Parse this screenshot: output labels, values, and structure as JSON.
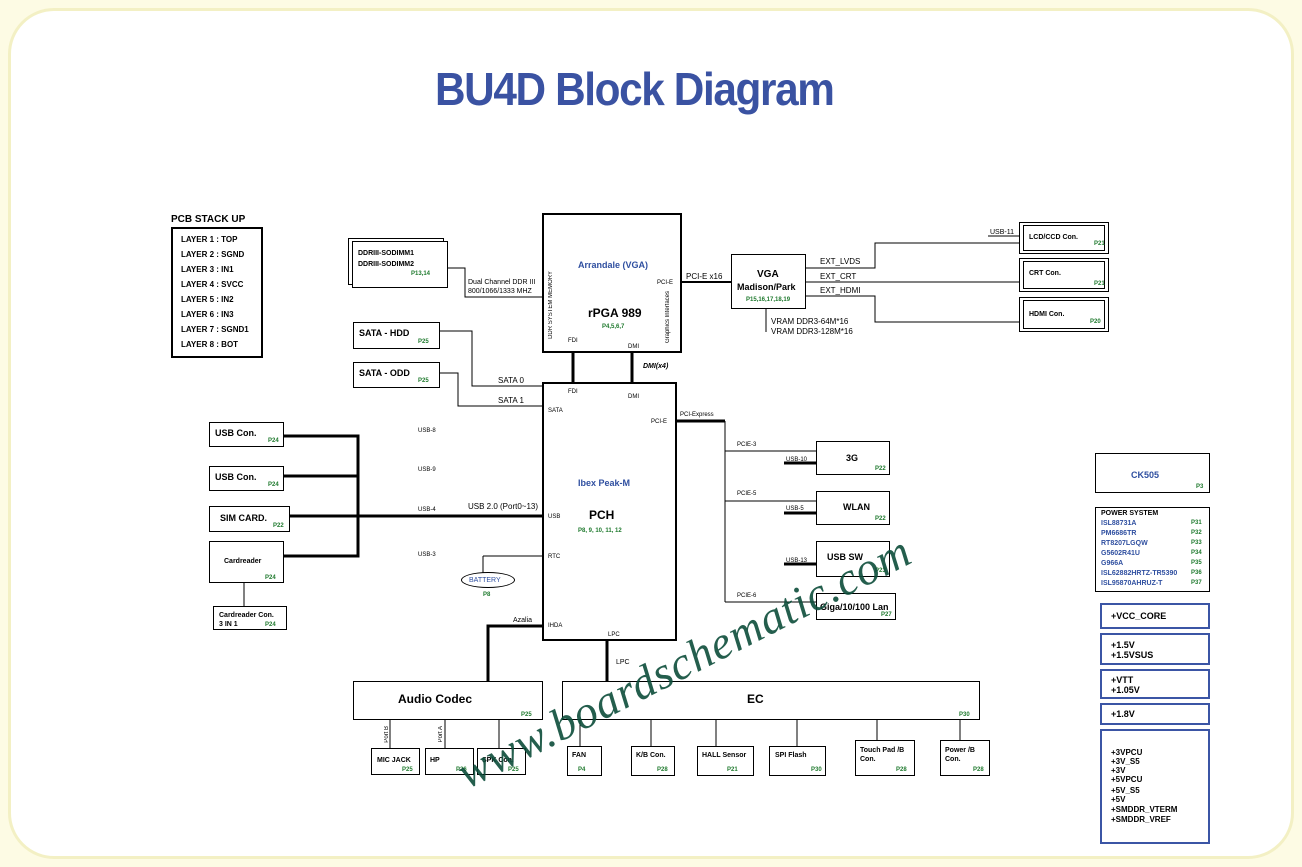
{
  "title": "BU4D Block Diagram",
  "watermark": "www.boardschematic.com",
  "pcb_stack": {
    "heading": "PCB STACK UP",
    "layers": [
      "LAYER 1 : TOP",
      "LAYER 2 : SGND",
      "LAYER 3 : IN1",
      "LAYER 4 : SVCC",
      "LAYER 5 : IN2",
      "LAYER 6 : IN3",
      "LAYER 7 : SGND1",
      "LAYER 8 : BOT"
    ]
  },
  "cpu": {
    "name": "Arrandale (VGA)",
    "package": "rPGA 989",
    "page": "P4,5,6,7",
    "fdi": "FDI",
    "dmi": "DMI",
    "pcie": "PCI-E",
    "mem": "DDR SYSTEM MEMORY",
    "gfx": "Graphics Interfaces"
  },
  "ddr": {
    "slot1": "DDRIII-SODIMM1",
    "slot2": "DDRIII-SODIMM2",
    "page": "P13,14",
    "bus1": "Dual Channel DDR III",
    "bus2": "800/1066/1333 MHZ"
  },
  "vga": {
    "name1": "VGA",
    "name2": "Madison/Park",
    "page": "P15,16,17,18,19",
    "link": "PCI-E x16",
    "vram1": "VRAM DDR3-64M*16",
    "vram2": "VRAM DDR3-128M*16",
    "lvds": "EXT_LVDS",
    "crt": "EXT_CRT",
    "hdmi": "EXT_HDMI"
  },
  "lcd": {
    "label": "LCD/CCD Con.",
    "page": "P21",
    "usb": "USB-11"
  },
  "crt": {
    "label": "CRT Con.",
    "page": "P21"
  },
  "hdmi": {
    "label": "HDMI Con.",
    "page": "P20"
  },
  "pch": {
    "name1": "Ibex Peak-M",
    "name2": "PCH",
    "page": "P8, 9, 10, 11, 12",
    "fdi": "FDI",
    "dmi": "DMI",
    "dmilink": "DMI(x4)",
    "sata": "SATA",
    "pcie": "PCI-E",
    "pciexp": "PCI-Express",
    "usb": "USB",
    "rtc": "RTC",
    "ihda": "IHDA",
    "lpc": "LPC"
  },
  "sata_hdd": {
    "label": "SATA - HDD",
    "page": "P25",
    "bus": "SATA 0"
  },
  "sata_odd": {
    "label": "SATA - ODD",
    "page": "P25",
    "bus": "SATA 1"
  },
  "usb": {
    "con1": "USB Con.",
    "con1_page": "P24",
    "con1_bus": "USB-8",
    "con2": "USB Con.",
    "con2_page": "P24",
    "con2_bus": "USB-9",
    "sim": "SIM CARD.",
    "sim_page": "P22",
    "sim_bus": "USB-4",
    "cardreader": "Cardreader",
    "cr_page": "P24",
    "cr_bus": "USB-3",
    "crcon1": "Cardreader Con.",
    "crcon2": "3 IN 1",
    "crcon_page": "P24",
    "main_bus": "USB 2.0 (Port0~13)"
  },
  "battery": {
    "label": "BATTERY",
    "page": "P8"
  },
  "pcie_dev": {
    "g3": "3G",
    "g3_page": "P22",
    "g3_pcie": "PCIE-3",
    "g3_usb": "USB-10",
    "wlan": "WLAN",
    "wlan_page": "P22",
    "wlan_pcie": "PCIE-5",
    "wlan_usb": "USB-5",
    "usbsw": "USB SW",
    "usbsw_page": "P23",
    "usbsw_usb": "USB-13",
    "lan": "Giga/10/100 Lan",
    "lan_page": "P27",
    "lan_pcie": "PCIE-6"
  },
  "audio": {
    "label": "Audio Codec",
    "page": "P25",
    "bus": "Azalia",
    "portb": "Port B",
    "porta": "Port A",
    "mic": "MIC JACK",
    "mic_page": "P25",
    "hp": "HP",
    "hp_page": "P26",
    "spk": "SPK Con.",
    "spk_page": "P25"
  },
  "ec": {
    "label": "EC",
    "page": "P30",
    "bus": "LPC",
    "fan": "FAN",
    "fan_page": "P4",
    "kb": "K/B Con.",
    "kb_page": "P28",
    "hall": "HALL Sensor",
    "hall_page": "P21",
    "spi": "SPI Flash",
    "spi_page": "P30",
    "tp1": "Touch Pad /B",
    "tp2": "Con.",
    "tp_page": "P28",
    "pw1": "Power /B",
    "pw2": "Con.",
    "pw_page": "P28"
  },
  "ck": {
    "label": "CK505",
    "page": "P3"
  },
  "power": {
    "heading": "POWER SYSTEM",
    "items": [
      {
        "n": "ISL88731A",
        "p": "P31"
      },
      {
        "n": "PM6686TR",
        "p": "P32"
      },
      {
        "n": "RT8207LGQW",
        "p": "P33"
      },
      {
        "n": "G5602R41U",
        "p": "P34"
      },
      {
        "n": "G966A",
        "p": "P35"
      },
      {
        "n": "ISL62882HRTZ-TR5390",
        "p": "P36"
      },
      {
        "n": "ISL95870AHRUZ-T",
        "p": "P37"
      }
    ]
  },
  "rails": {
    "vcore": "+VCC_CORE",
    "v15a": "+1.5V",
    "v15b": "+1.5VSUS",
    "vtt": "+VTT",
    "v105": "+1.05V",
    "v18": "+1.8V",
    "list": [
      "+3VPCU",
      "+3V_S5",
      "+3V",
      "+5VPCU",
      "+5V_S5",
      "+5V",
      "+SMDDR_VTERM",
      "+SMDDR_VREF"
    ]
  }
}
